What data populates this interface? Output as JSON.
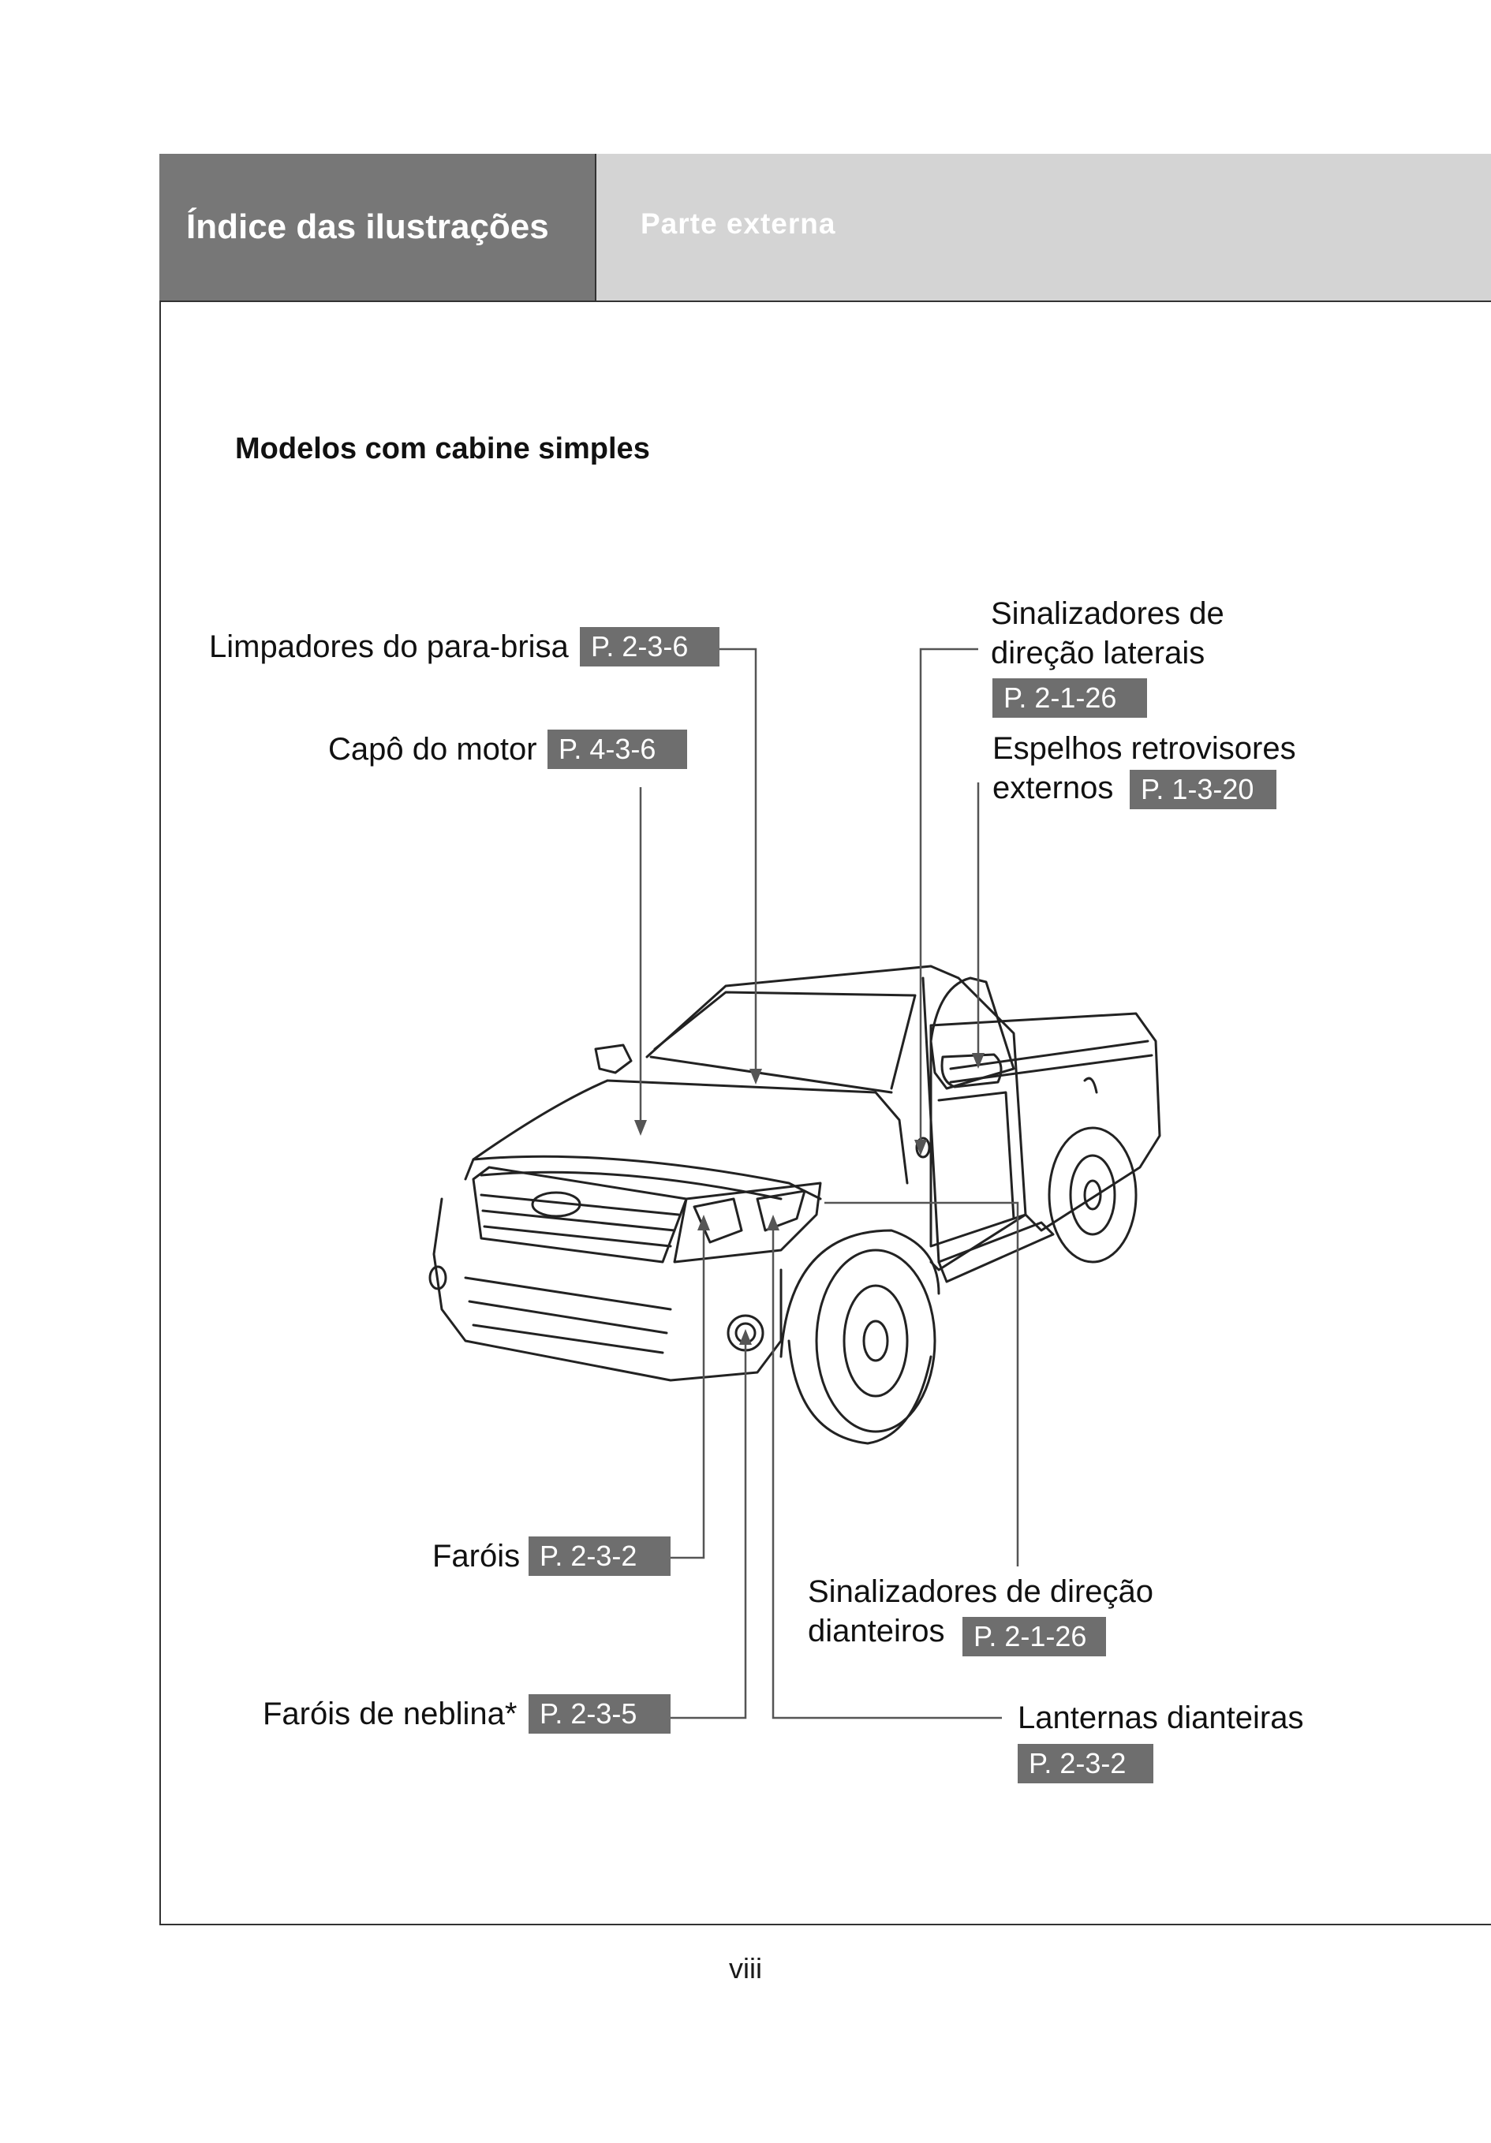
{
  "header": {
    "section": "Índice das ilustrações",
    "subsection": "Parte externa"
  },
  "title": "Modelos com cabine simples",
  "callouts": {
    "wipers": {
      "label": "Limpadores do para-brisa",
      "ref": "P. 2-3-6"
    },
    "hood": {
      "label": "Capô do motor",
      "ref": "P. 4-3-6"
    },
    "side_turn": {
      "label_line1": "Sinalizadores de",
      "label_line2": "direção laterais",
      "ref": "P. 2-1-26"
    },
    "mirrors": {
      "label_line1": "Espelhos retrovisores",
      "label_line2": "externos",
      "ref": "P. 1-3-20"
    },
    "headlights": {
      "label": "Faróis",
      "ref": "P. 2-3-2"
    },
    "fog": {
      "label": "Faróis de neblina*",
      "ref": "P. 2-3-5"
    },
    "front_turn": {
      "label_line1": "Sinalizadores de direção",
      "label_line2": "dianteiros",
      "ref": "P. 2-1-26"
    },
    "front_lamps": {
      "label": "Lanternas dianteiras",
      "ref": "P. 2-3-2"
    }
  },
  "page_number": "viii"
}
